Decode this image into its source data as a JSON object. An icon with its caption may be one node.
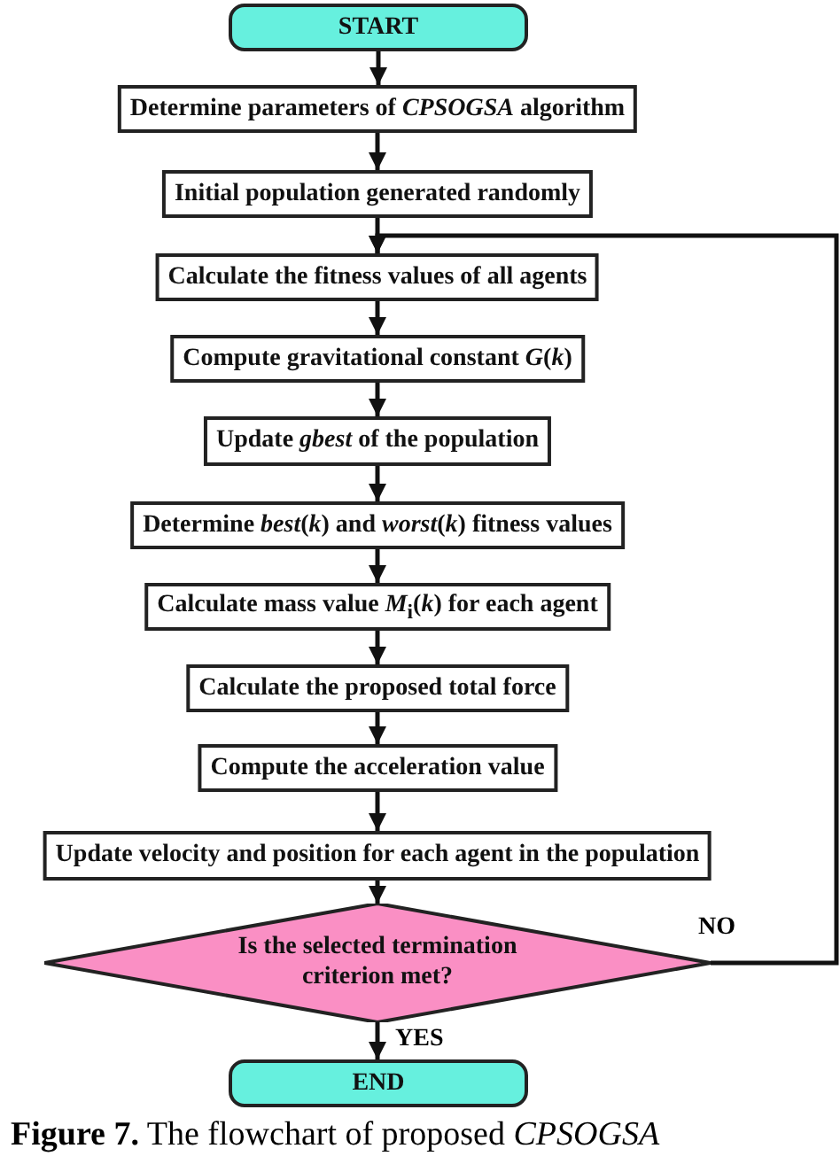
{
  "diagram": {
    "caption": "**Figure 7.** The flowchart of proposed *CPSOGSA*",
    "nodes": [
      {
        "text": [
          "START"
        ]
      },
      {
        "text": [
          "Determine parameters of *CPSOGSA* algorithm"
        ]
      },
      {
        "text": [
          "Initial population generated randomly"
        ]
      },
      {
        "text": [
          "Calculate the fitness values of all agents"
        ]
      },
      {
        "text": [
          "Compute gravitational constant *G*(*k*)"
        ]
      },
      {
        "text": [
          "Update *gbest* of the population"
        ]
      },
      {
        "text": [
          "Determine *best*(*k*) and *worst*(*k*) fitness values"
        ]
      },
      {
        "text": [
          "Calculate mass value *M*$_{i}$(*k*) for each agent"
        ]
      },
      {
        "text": [
          "Calculate the proposed total force"
        ]
      },
      {
        "text": [
          "Compute the acceleration value"
        ]
      },
      {
        "text": [
          "Update velocity and position for each agent in the population"
        ]
      },
      {
        "text": [
          "Is the selected termination criterion met?"
        ]
      },
      {
        "text": [
          "END"
        ]
      }
    ],
    "edges": [
      {
        "from": 0,
        "to": 1,
        "arrow": "to"
      },
      {
        "from": 1,
        "to": 2,
        "arrow": "to"
      },
      {
        "from": 2,
        "to": 3,
        "arrow": "to"
      },
      {
        "from": 3,
        "to": 4,
        "arrow": "to"
      },
      {
        "from": 4,
        "to": 5,
        "arrow": "to"
      },
      {
        "from": 5,
        "to": 6,
        "arrow": "to"
      },
      {
        "from": 6,
        "to": 7,
        "arrow": "to"
      },
      {
        "from": 7,
        "to": 8,
        "arrow": "to"
      },
      {
        "from": 8,
        "to": 9,
        "arrow": "to"
      },
      {
        "from": 9,
        "to": 10,
        "arrow": "to"
      },
      {
        "from": 10,
        "to": 11,
        "arrow": "to"
      },
      {
        "from": 11,
        "to": 12,
        "arrow": "to",
        "label": "YES"
      },
      {
        "from": 11,
        "to": 3,
        "arrow": "to",
        "label": "NO"
      }
    ]
  }
}
